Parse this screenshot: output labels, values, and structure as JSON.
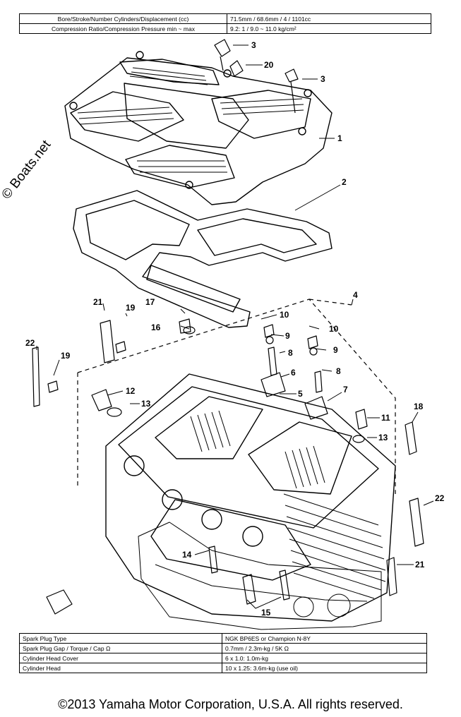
{
  "top_specs": [
    {
      "label": "Bore/Stroke/Number Cylinders/Displacement (cc)",
      "value": "71.5mm / 68.6mm / 4 / 1101cc"
    },
    {
      "label": "Compression Ratio/Compression Pressure min ~ max",
      "value": "9.2: 1 / 9.0 ~ 11.0 kg/cm²"
    }
  ],
  "bottom_specs": [
    {
      "label": "Spark Plug Type",
      "value": "NGK BP6ES or Champion N-8Y"
    },
    {
      "label": "Spark Plug Gap / Torque / Cap Ω",
      "value": "0.7mm / 2.3m-kg / 5K Ω"
    },
    {
      "label": "Cylinder Head Cover",
      "value": "6 x 1.0: 1.0m-kg"
    },
    {
      "label": "Cylinder Head",
      "value": "10 x 1.25: 3.6m-kg (use oil)"
    }
  ],
  "part_labels": [
    "3",
    "20",
    "3",
    "1",
    "2",
    "4",
    "17",
    "21",
    "19",
    "16",
    "10",
    "9",
    "10",
    "9",
    "8",
    "8",
    "6",
    "22",
    "19",
    "12",
    "5",
    "7",
    "13",
    "11",
    "18",
    "13",
    "22",
    "14",
    "21",
    "15"
  ],
  "watermark": "© Boats.net",
  "copyright": "©2013 Yamaha Motor Corporation, U.S.A. All rights reserved."
}
